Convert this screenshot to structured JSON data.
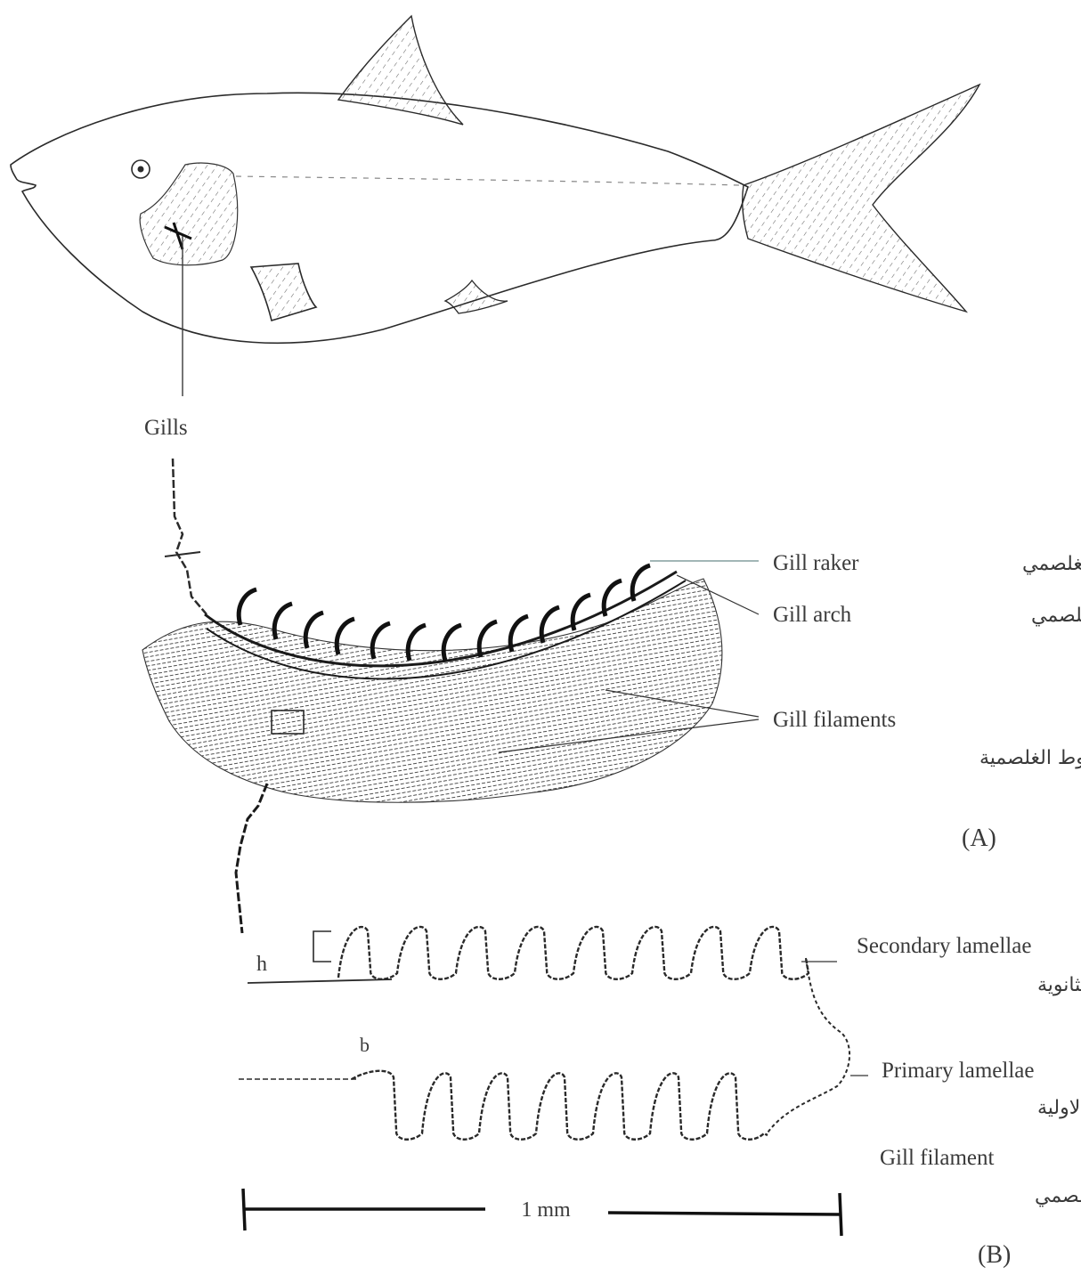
{
  "labels": {
    "gills": "Gills",
    "gill_raker": "Gill raker",
    "gill_raker_ar": "السن الغلصمي",
    "gill_arch": "Gill arch",
    "gill_arch_ar": "القوس الغلصمي",
    "gill_filaments": "Gill filaments",
    "gill_filaments_ar": "الخيوط الغلصمية",
    "panel_a": "(A)",
    "h": "h",
    "b": "b",
    "secondary_lamellae": "Secondary lamellae",
    "secondary_lamellae_ar": "الصفائح الثانوية",
    "primary_lamellae": "Primary lamellae",
    "primary_lamellae_ar": "الصفائح الاولية",
    "gill_filament": "Gill filament",
    "gill_filament_ar": "الخيط الغلصمي",
    "scale": "1 mm",
    "panel_b": "(B)"
  },
  "colors": {
    "ink": "#2a2a2a",
    "hatch": "#555555",
    "leader": "#6a8a8a"
  }
}
